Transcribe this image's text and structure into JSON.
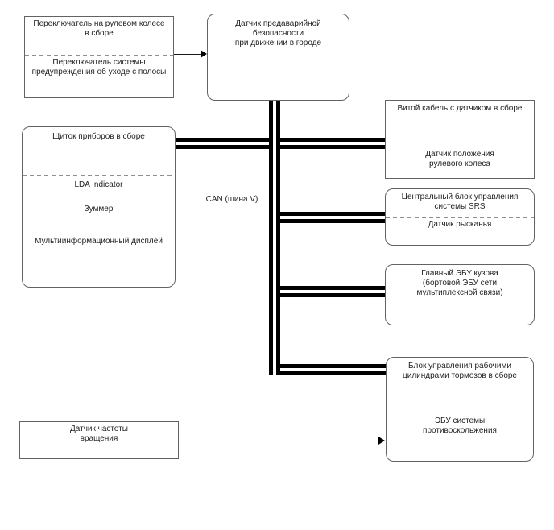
{
  "diagram": {
    "background_color": "#ffffff",
    "bus_color": "#000000",
    "box_border_color": "#636363",
    "divider_color": "#8f8f8f",
    "text_color": "#1f1f1f",
    "can_label": "CAN (шина V)",
    "boxes": {
      "steering_switch": {
        "title": "Переключатель на рулевом колесе\nв сборе",
        "sub": "Переключатель системы\nпредупреждения об уходе с полосы"
      },
      "precrash_sensor": {
        "title": "Датчик предаварийной\nбезопасности\nпри движении в городе"
      },
      "instrument_cluster": {
        "title": "Щиток приборов в сборе",
        "items": [
          "LDA Indicator",
          "Зуммер",
          "Мультиинформационный дисплей"
        ]
      },
      "spiral_cable": {
        "title": "Витой кабель с датчиком в сборе",
        "sub": "Датчик положения\nрулевого колеса"
      },
      "srs_ecu": {
        "title": "Центральный блок управления\nсистемы SRS",
        "sub": "Датчик рысканья"
      },
      "body_ecu": {
        "title": "Главный ЭБУ кузова\n(бортовой ЭБУ сети\nмультиплексной связи)"
      },
      "brake_actuator": {
        "title": "Блок управления рабочими\nцилиндрами тормозов в сборе",
        "sub": "ЭБУ системы\nпротивоскольжения"
      },
      "speed_sensor": {
        "title": "Датчик частоты\nвращения"
      }
    }
  }
}
